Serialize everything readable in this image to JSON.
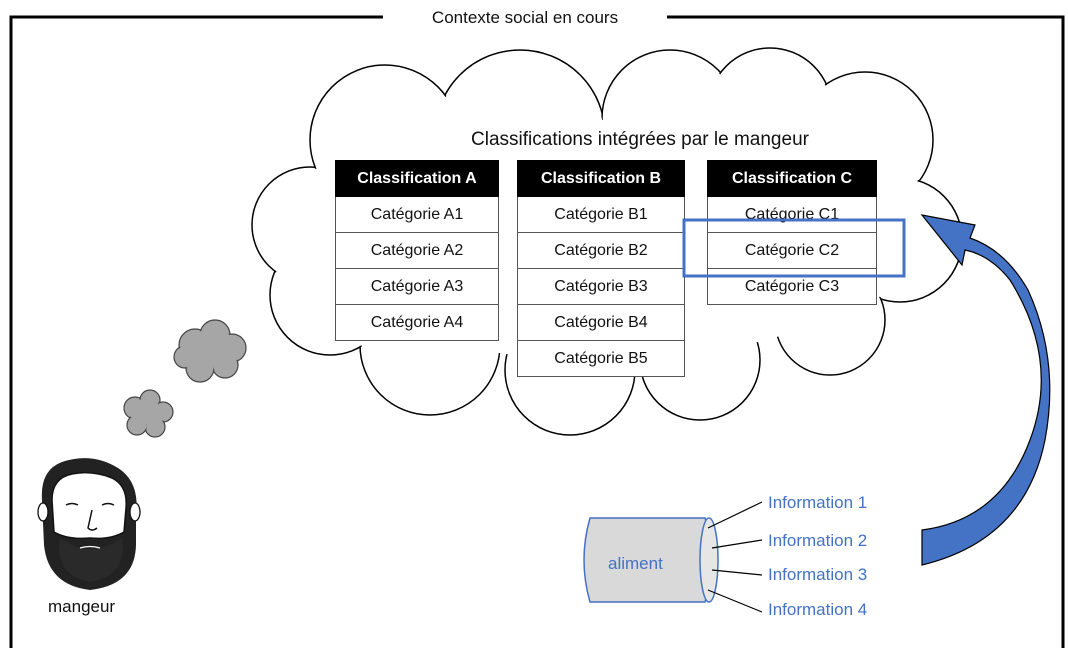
{
  "frame": {
    "title": "Contexte social en cours"
  },
  "cloud": {
    "title": "Classifications intégrées par le mangeur"
  },
  "classifications": [
    {
      "header": "Classification A",
      "items": [
        "Catégorie A1",
        "Catégorie A2",
        "Catégorie A3",
        "Catégorie A4"
      ]
    },
    {
      "header": "Classification B",
      "items": [
        "Catégorie B1",
        "Catégorie B2",
        "Catégorie B3",
        "Catégorie B4",
        "Catégorie B5"
      ]
    },
    {
      "header": "Classification C",
      "items": [
        "Catégorie C1",
        "Catégorie C2",
        "Catégorie C3"
      ]
    }
  ],
  "eater": {
    "label": "mangeur",
    "icon": "bearded-man-icon"
  },
  "food": {
    "label": "aliment",
    "icon": "food-cylinder-icon"
  },
  "informations": [
    "Information 1",
    "Information 2",
    "Information 3",
    "Information 4"
  ],
  "colors": {
    "accent": "#4472c4",
    "arrow": "#4472c4",
    "cloud_small": "#a6a6a6"
  }
}
